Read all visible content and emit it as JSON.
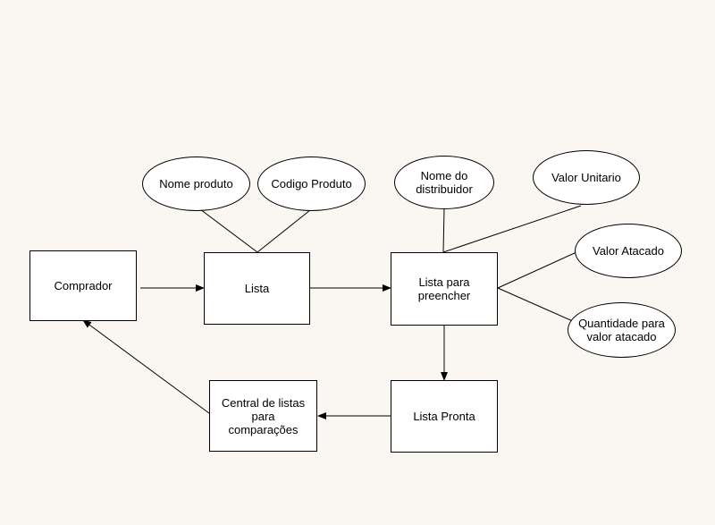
{
  "colors": {
    "background": "#faf7f2",
    "shape_fill": "#ffffff",
    "stroke": "#000000"
  },
  "entities": {
    "comprador": "Comprador",
    "lista": "Lista",
    "lista_para_preencher": "Lista para\npreencher",
    "lista_pronta": "Lista Pronta",
    "central": "Central de listas\npara\ncomparações"
  },
  "attributes": {
    "nome_produto": "Nome produto",
    "codigo_produto": "Codigo Produto",
    "nome_distribuidor": "Nome do\ndistribuidor",
    "valor_unitario": "Valor Unitario",
    "valor_atacado": "Valor Atacado",
    "quantidade": "Quantidade para\nvalor atacado"
  }
}
